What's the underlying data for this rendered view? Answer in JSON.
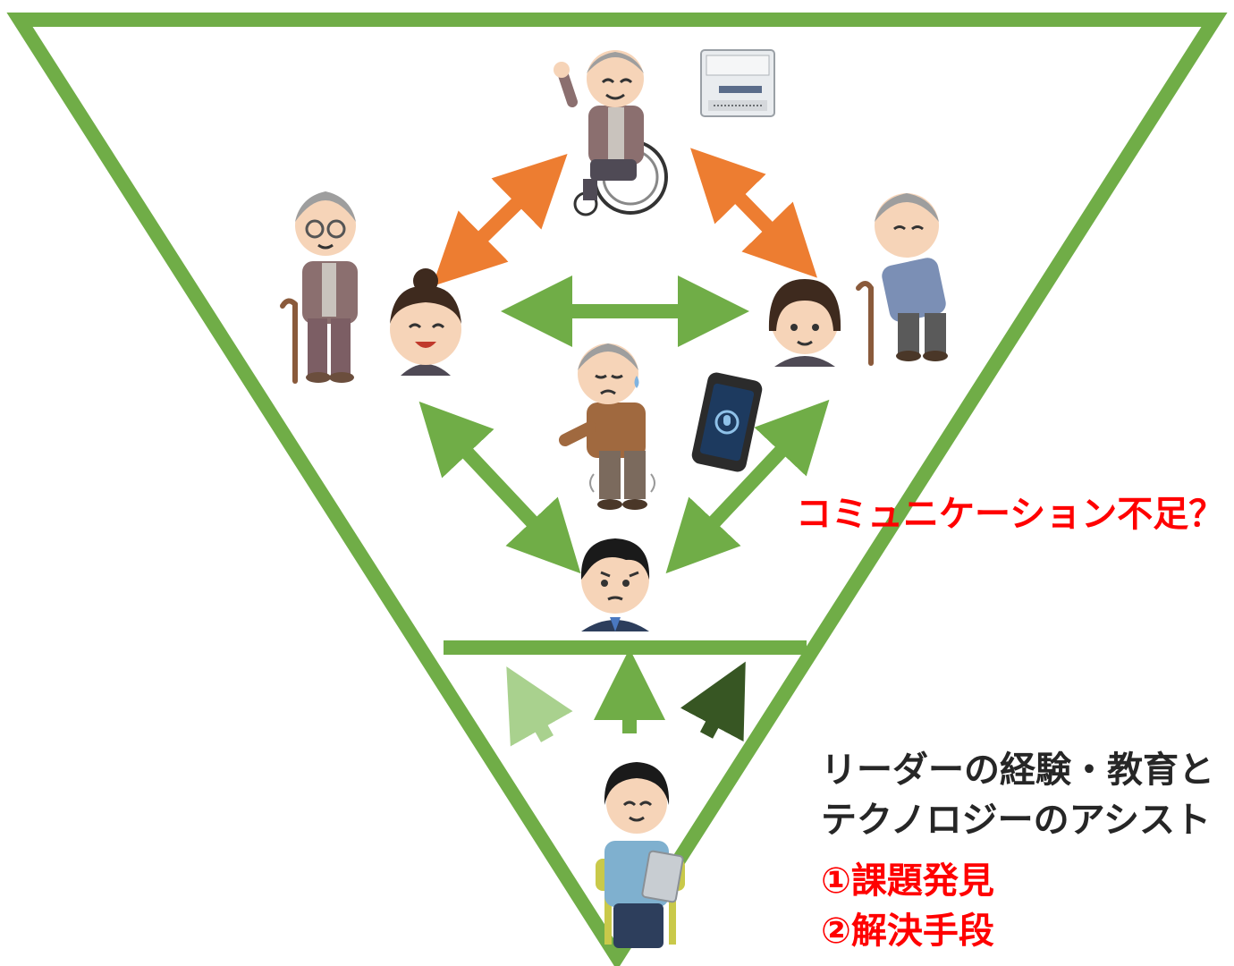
{
  "colors": {
    "frame_green": "#70ad47",
    "arrow_orange": "#ed7d31",
    "arrow_green": "#70ad47",
    "arrow_light_green": "#a9d18e",
    "arrow_dark_green": "#375623",
    "warning_red": "#ff0000",
    "text_dark": "#262626"
  },
  "illustrations": {
    "wheelchair_elder": "elder-in-wheelchair-illustration",
    "printer": "printer-device-illustration",
    "elder_woman_cane": "elderly-woman-with-cane-illustration",
    "elder_man_cane": "elderly-man-with-cane-illustration",
    "caregiver_left": "smiling-caregiver-woman-illustration",
    "caregiver_right": "caregiver-woman-bob-hair-illustration",
    "elder_anxious": "anxious-elderly-man-illustration",
    "smartphone": "smartphone-voice-app-illustration",
    "staff_man": "determined-staff-man-illustration",
    "leader_tablet": "leader-woman-with-tablet-illustration"
  },
  "labels": {
    "communication_issue": "コミュニケーション不足？",
    "leader_line1": "リーダーの経験・教育と",
    "leader_line2": "テクノロジーのアシスト",
    "point1": "①課題発見",
    "point2": "②解決手段"
  }
}
